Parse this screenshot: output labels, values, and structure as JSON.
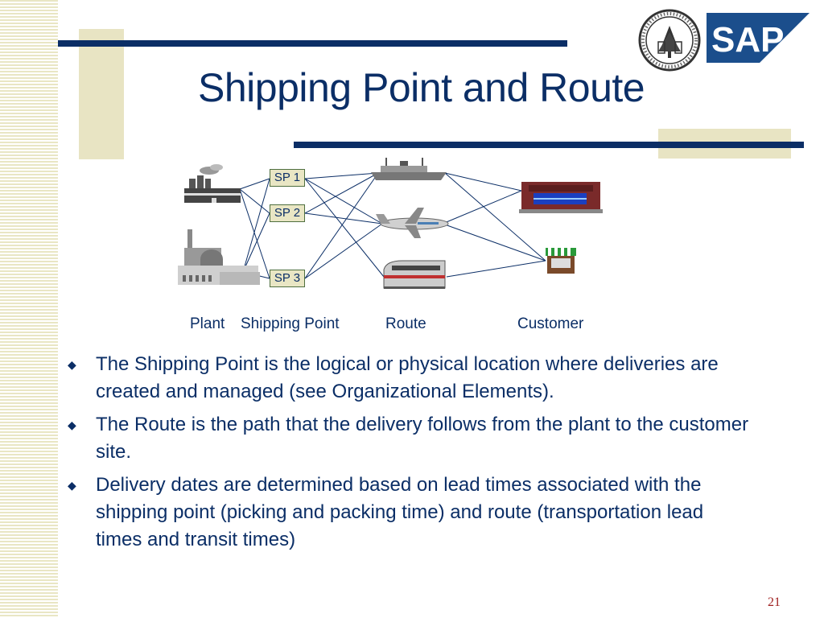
{
  "slide": {
    "title": "Shipping Point and Route",
    "page_number": "21",
    "logo_text": "SAP",
    "theme": {
      "title_color": "#0b2e66",
      "accent_bar": "#0b2e66",
      "accent_beige": "#e8e4c3",
      "page_number_color": "#a02020"
    }
  },
  "diagram": {
    "shipping_points": [
      "SP 1",
      "SP 2",
      "SP 3"
    ],
    "plants": [
      "factory-icon",
      "power-plant-icon"
    ],
    "routes": [
      "ship-icon",
      "airplane-icon",
      "train-icon"
    ],
    "customers": [
      "store-building-icon",
      "market-stall-icon"
    ],
    "labels": {
      "plant": "Plant",
      "shipping_point": "Shipping Point",
      "route": "Route",
      "customer": "Customer"
    }
  },
  "bullets": [
    "The Shipping Point is the logical or physical location where deliveries are created and managed (see Organizational Elements).",
    "The Route is the path that the delivery follows from the plant to the customer site.",
    "Delivery dates are determined based on lead times associated with the shipping point (picking and packing time) and route (transportation lead times and transit times)"
  ]
}
